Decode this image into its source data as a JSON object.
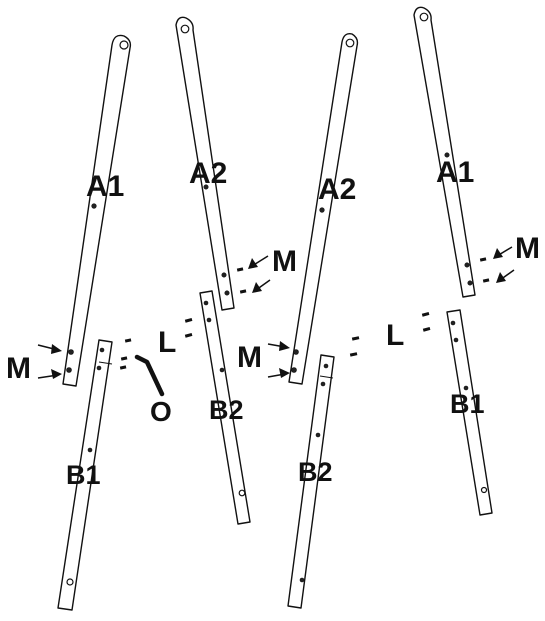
{
  "labels": {
    "leg1_top": "A1",
    "leg1_bottom": "B1",
    "leg2_top": "A2",
    "leg2_bottom": "B2",
    "leg3_top": "A2",
    "leg3_bottom": "B2",
    "leg4_top": "A1",
    "leg4_bottom": "B1",
    "screw_m_1": "M",
    "screw_m_2": "M",
    "screw_m_3": "M",
    "screw_m_4": "M",
    "screw_l_1": "L",
    "screw_l_2": "L",
    "allen_key": "O"
  }
}
